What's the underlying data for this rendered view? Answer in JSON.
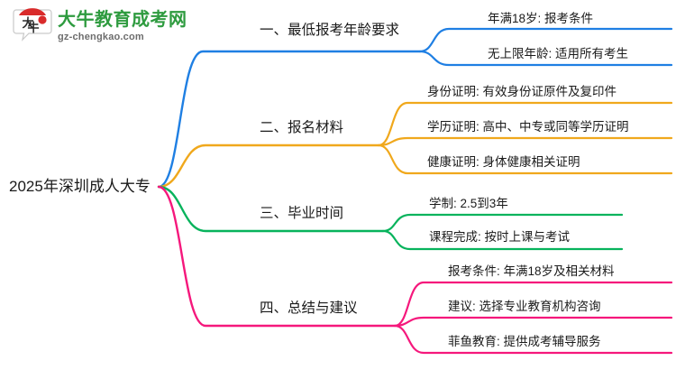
{
  "logo": {
    "name": "大牛教育成考网",
    "domain": "gz-chengkao.com",
    "mark_text": "大牛",
    "brand_green": "#2e9b3f",
    "mark_red": "#d92b2b"
  },
  "mindmap": {
    "root": {
      "label": "2025年深圳成人大专"
    },
    "branches": [
      {
        "label": "一、最低报考年龄要求",
        "color": "#1f7fe3",
        "children": [
          {
            "label": "年满18岁: 报考条件"
          },
          {
            "label": "无上限年龄: 适用所有考生"
          }
        ]
      },
      {
        "label": "二、报名材料",
        "color": "#f0a81c",
        "children": [
          {
            "label": "身份证明: 有效身份证原件及复印件"
          },
          {
            "label": "学历证明: 高中、中专或同等学历证明"
          },
          {
            "label": "健康证明: 身体健康相关证明"
          }
        ]
      },
      {
        "label": "三、毕业时间",
        "color": "#07b35c",
        "children": [
          {
            "label": "学制: 2.5到3年"
          },
          {
            "label": "课程完成: 按时上课与考试"
          }
        ]
      },
      {
        "label": "四、总结与建议",
        "color": "#f5187c",
        "children": [
          {
            "label": "报考条件: 年满18岁及相关材料"
          },
          {
            "label": "建议: 选择专业教育机构咨询"
          },
          {
            "label": "菲鱼教育: 提供成考辅导服务"
          }
        ]
      }
    ]
  }
}
